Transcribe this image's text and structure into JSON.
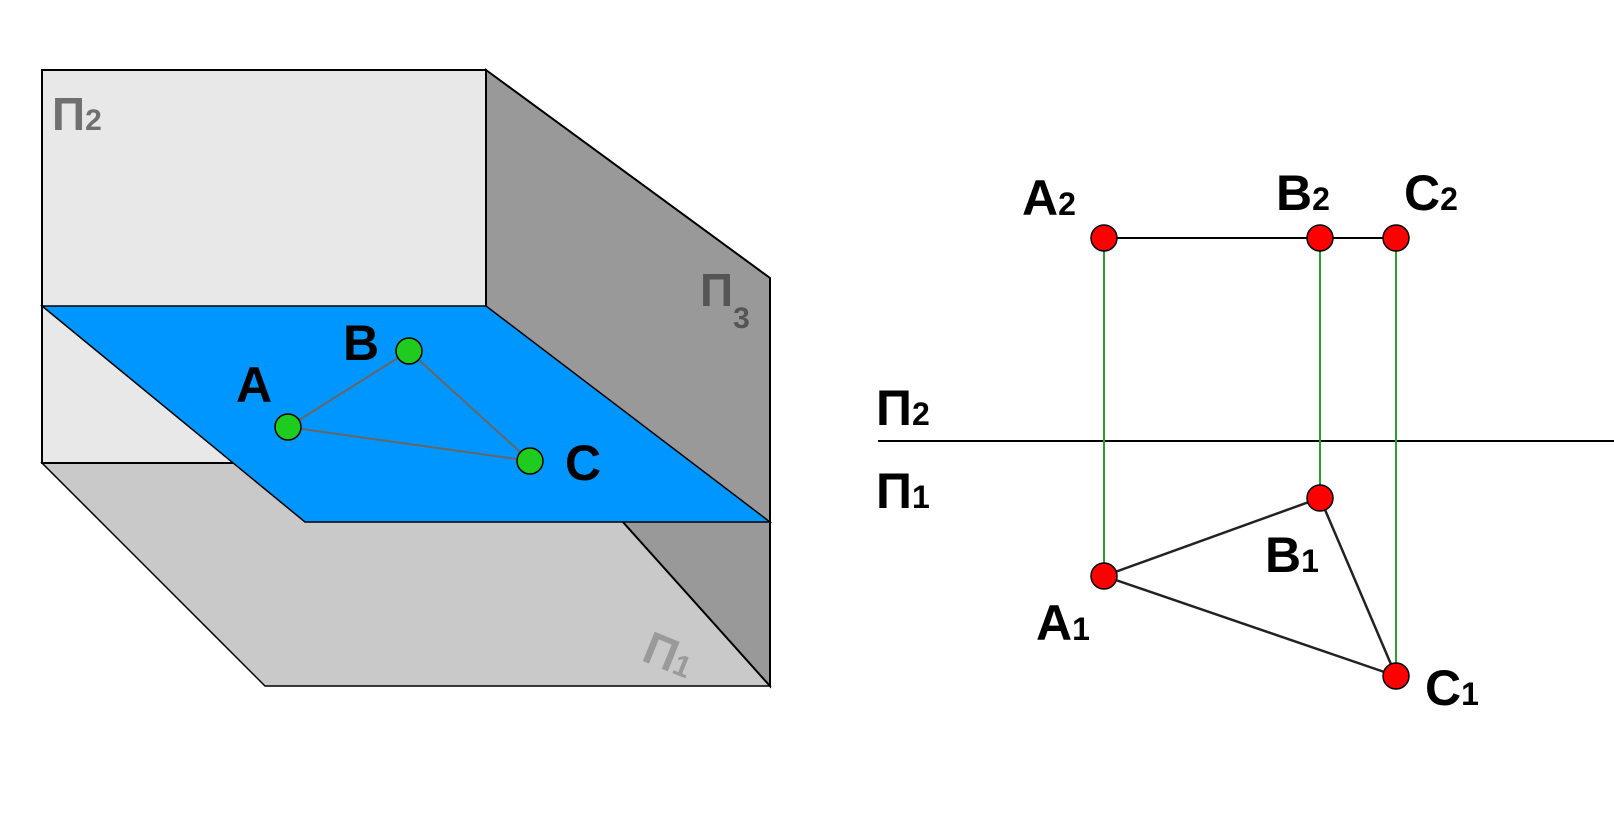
{
  "left_figure": {
    "planes": {
      "p2": {
        "main": "П",
        "sub": "2"
      },
      "p3": {
        "main": "П",
        "sub": "3"
      },
      "p1": {
        "main": "П",
        "sub": "1"
      }
    },
    "points": {
      "a": "A",
      "b": "B",
      "c": "C"
    }
  },
  "right_figure": {
    "axis": {
      "upper": {
        "main": "П",
        "sub": "2"
      },
      "lower": {
        "main": "П",
        "sub": "1"
      }
    },
    "frontal": {
      "a": {
        "main": "A",
        "sub": "2"
      },
      "b": {
        "main": "B",
        "sub": "2"
      },
      "c": {
        "main": "C",
        "sub": "2"
      }
    },
    "horizontal": {
      "a": {
        "main": "A",
        "sub": "1"
      },
      "b": {
        "main": "B",
        "sub": "1"
      },
      "c": {
        "main": "C",
        "sub": "1"
      }
    }
  },
  "colors": {
    "blue_plane": "#0096ff",
    "point_green": "#1fcb1f",
    "point_red": "#ff0000",
    "link_line": "#2e9e2e",
    "front_wall": "#e8e8e8",
    "side_wall": "#999999",
    "floor": "#c9c9c9"
  }
}
